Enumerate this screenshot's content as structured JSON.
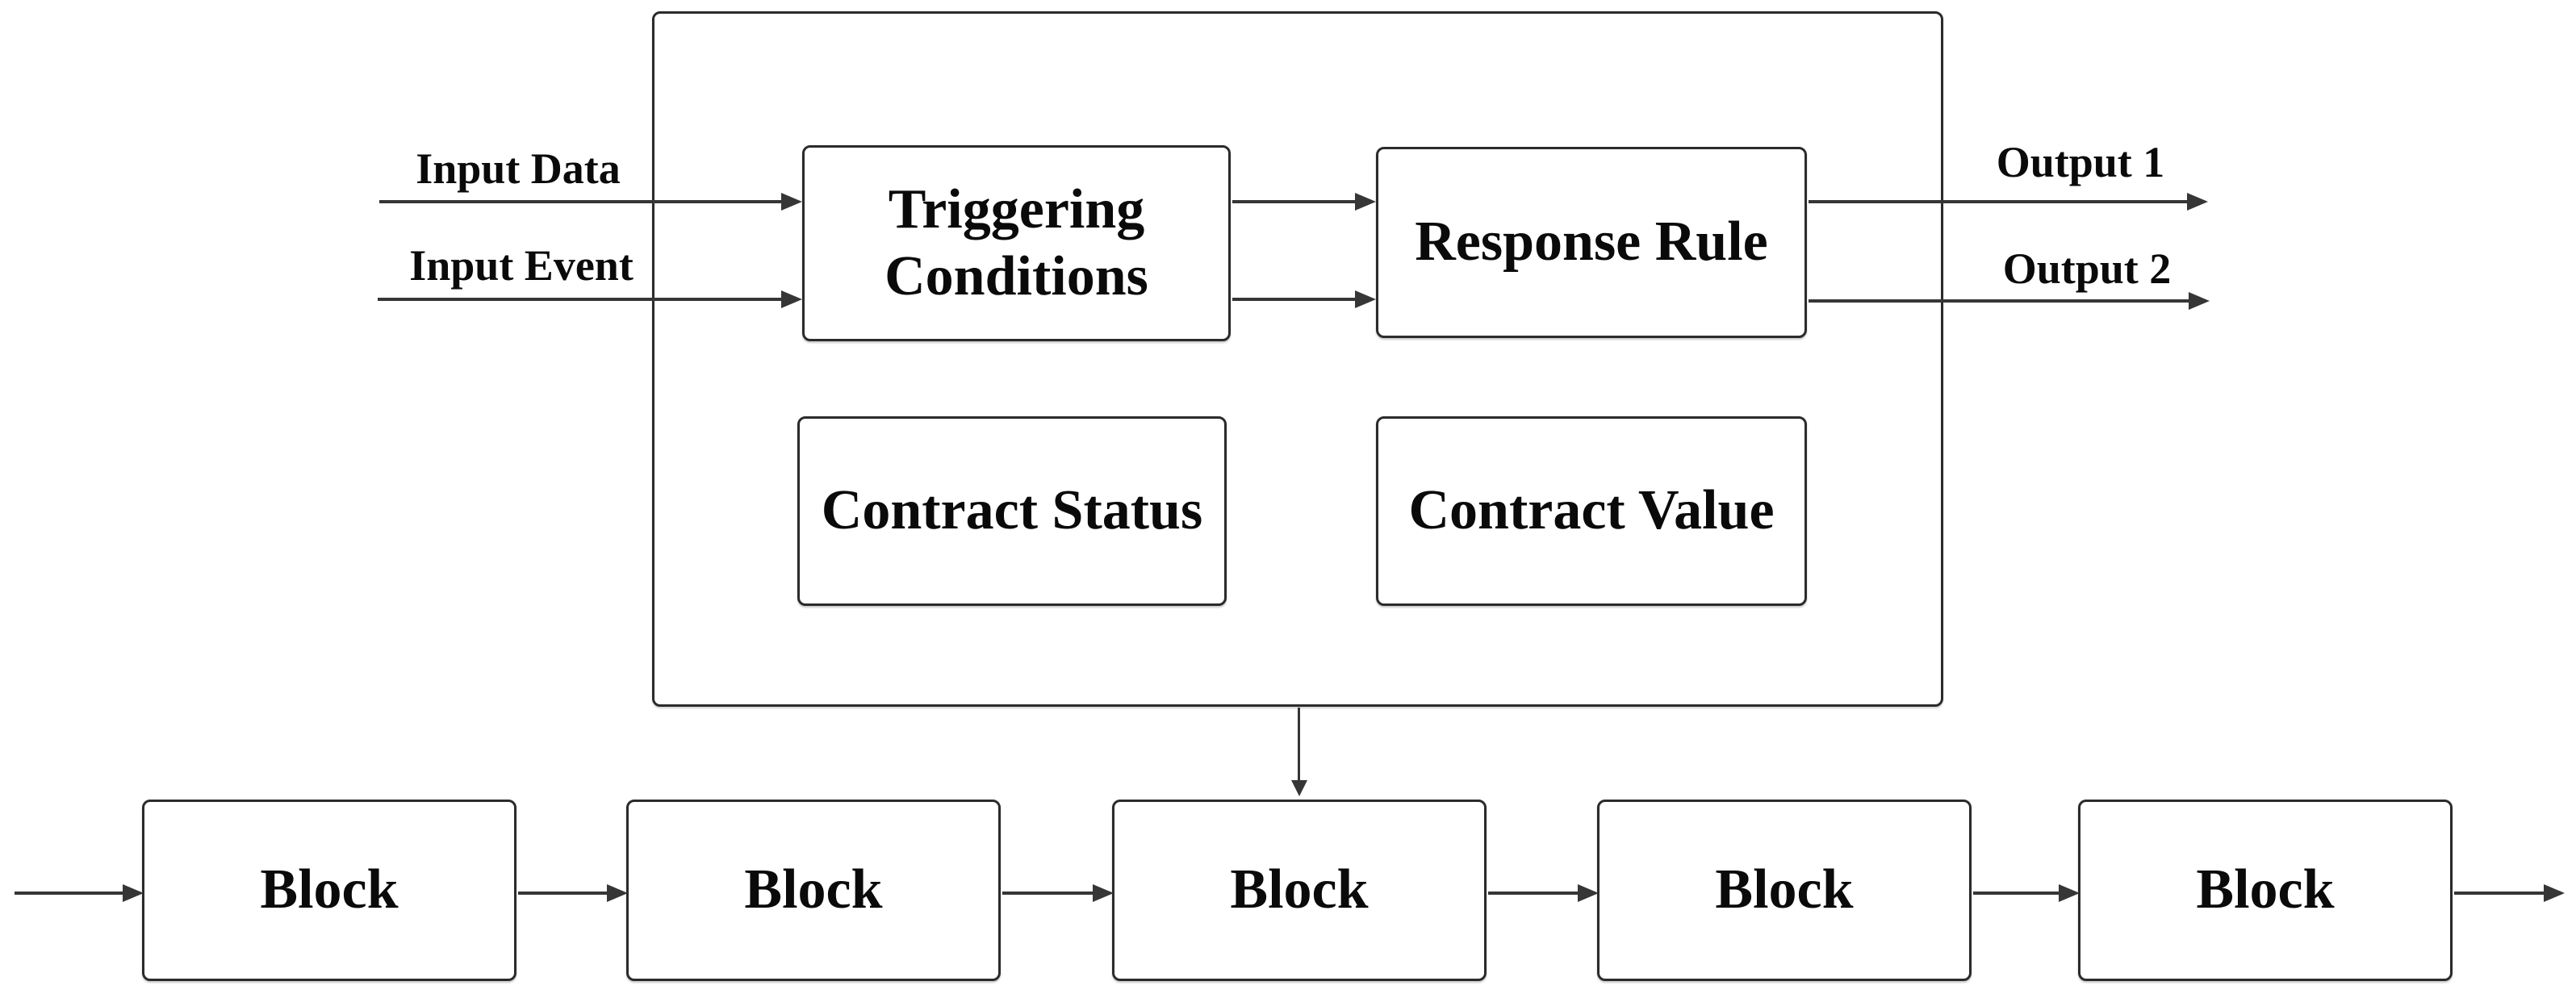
{
  "colors": {
    "background": "#ffffff",
    "line": "#363636",
    "box_border": "#2b2b2b",
    "text": "#0a0a0a"
  },
  "smart_contract": {
    "boxes": {
      "triggering_conditions": "Triggering Conditions",
      "response_rule": "Response Rule",
      "contract_status": "Contract Status",
      "contract_value": "Contract Value"
    },
    "inputs": [
      {
        "label": "Input Data"
      },
      {
        "label": "Input Event"
      }
    ],
    "outputs": [
      {
        "label": "Output 1"
      },
      {
        "label": "Output 2"
      }
    ]
  },
  "blockchain": {
    "blocks": [
      "Block",
      "Block",
      "Block",
      "Block",
      "Block"
    ]
  }
}
